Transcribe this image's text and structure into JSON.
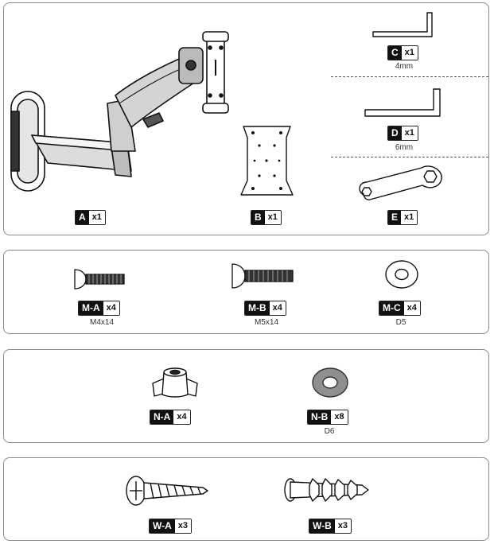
{
  "parts": {
    "A": {
      "code": "A",
      "qty": "x1",
      "spec": ""
    },
    "B": {
      "code": "B",
      "qty": "x1",
      "spec": ""
    },
    "C": {
      "code": "C",
      "qty": "x1",
      "spec": "4mm"
    },
    "D": {
      "code": "D",
      "qty": "x1",
      "spec": "6mm"
    },
    "E": {
      "code": "E",
      "qty": "x1",
      "spec": ""
    },
    "MA": {
      "code": "M-A",
      "qty": "x4",
      "spec": "M4x14"
    },
    "MB": {
      "code": "M-B",
      "qty": "x4",
      "spec": "M5x14"
    },
    "MC": {
      "code": "M-C",
      "qty": "x4",
      "spec": "D5"
    },
    "NA": {
      "code": "N-A",
      "qty": "x4",
      "spec": ""
    },
    "NB": {
      "code": "N-B",
      "qty": "x8",
      "spec": "D6"
    },
    "WA": {
      "code": "W-A",
      "qty": "x3",
      "spec": ""
    },
    "WB": {
      "code": "W-B",
      "qty": "x3",
      "spec": ""
    }
  }
}
